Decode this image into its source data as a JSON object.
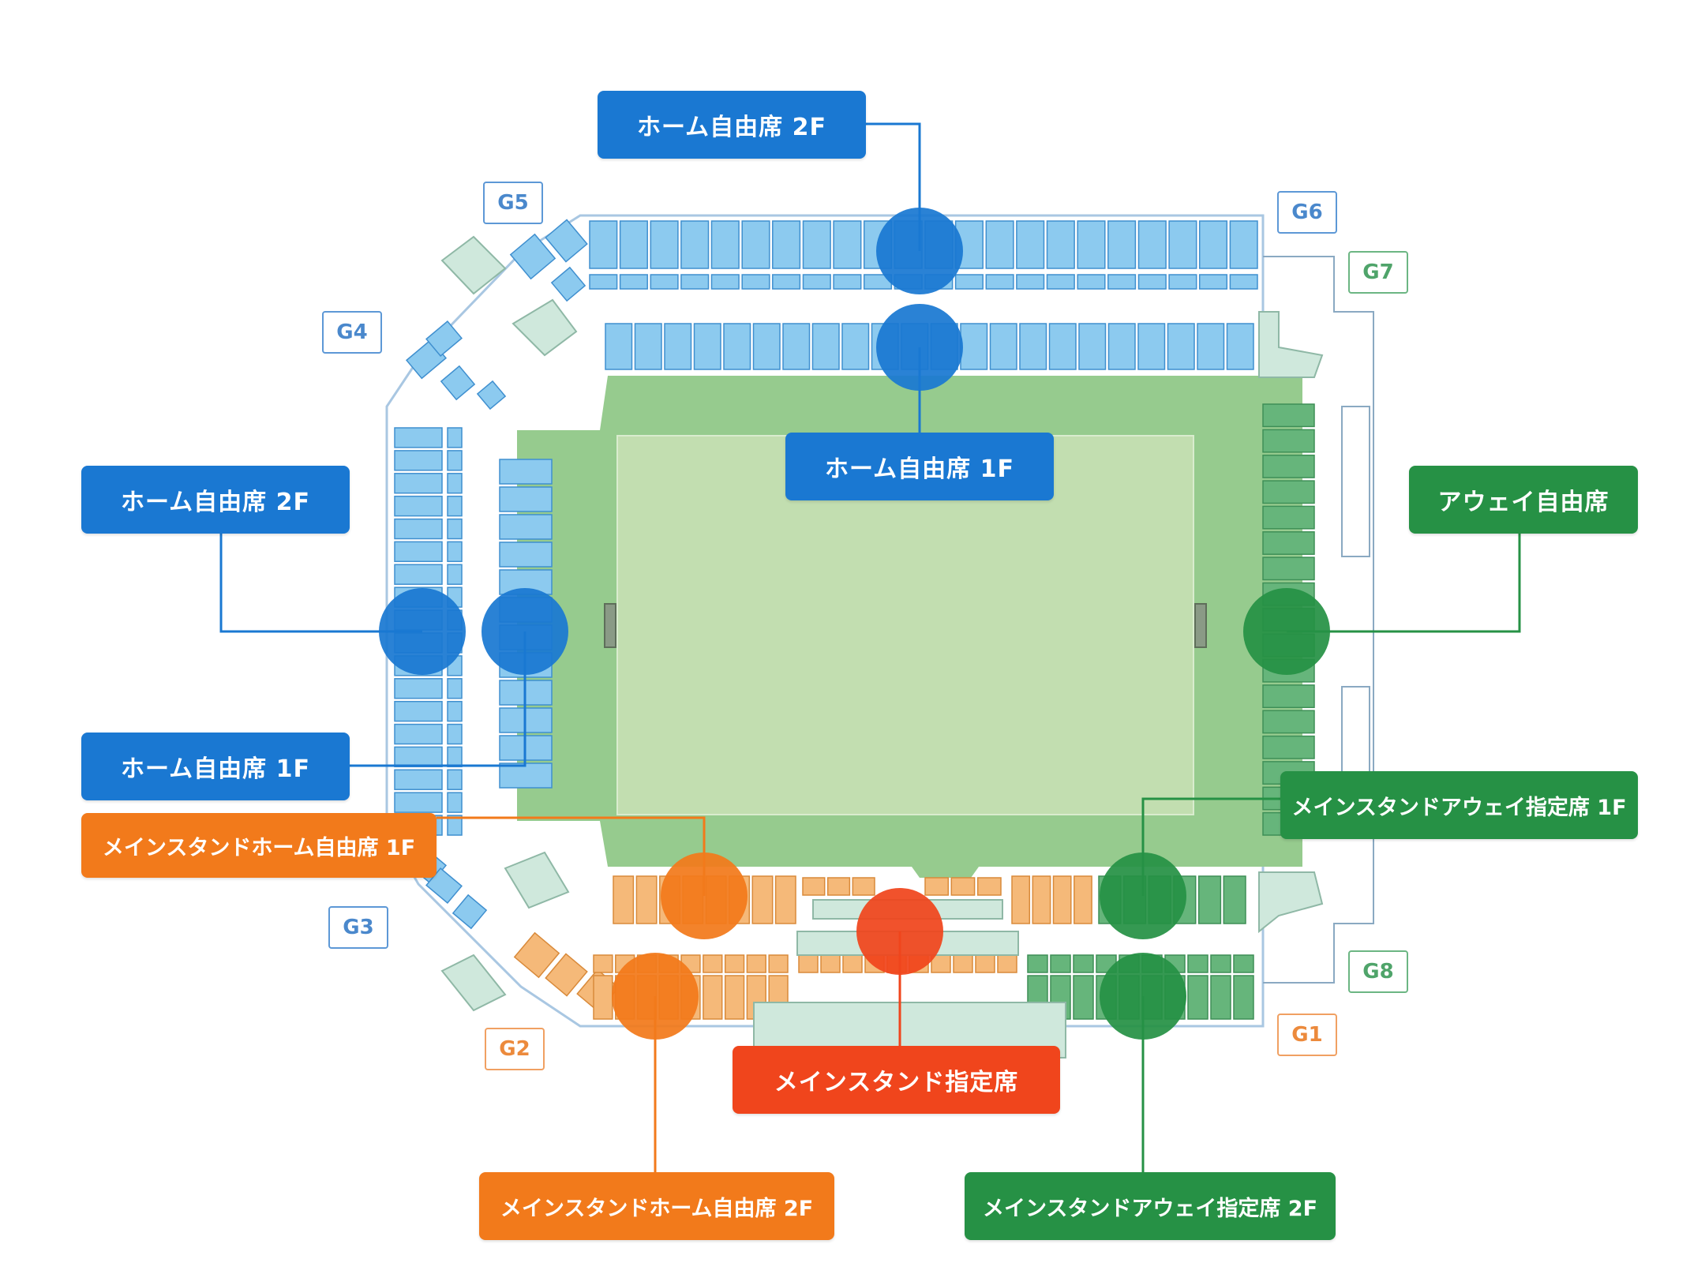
{
  "colors": {
    "home": "#1a78d2",
    "away": "#269145",
    "main_home": "#f27a1b",
    "main_reserved": "#f0451c",
    "pitch": "#c2deb0",
    "field": "#96cb8e"
  },
  "labels": {
    "home_2f_top": "ホーム自由席 2F",
    "home_1f_top": "ホーム自由席 1F",
    "home_2f_left": "ホーム自由席 2F",
    "home_1f_left": "ホーム自由席 1F",
    "away_free": "アウェイ自由席",
    "main_home_1f": "メインスタンドホーム自由席 1F",
    "main_home_2f": "メインスタンドホーム自由席 2F",
    "main_reserved": "メインスタンド指定席",
    "main_away_1f": "メインスタンドアウェイ指定席 1F",
    "main_away_2f": "メインスタンドアウェイ指定席 2F"
  },
  "gates": {
    "g1": "G1",
    "g2": "G2",
    "g3": "G3",
    "g4": "G4",
    "g5": "G5",
    "g6": "G6",
    "g7": "G7",
    "g8": "G8"
  }
}
